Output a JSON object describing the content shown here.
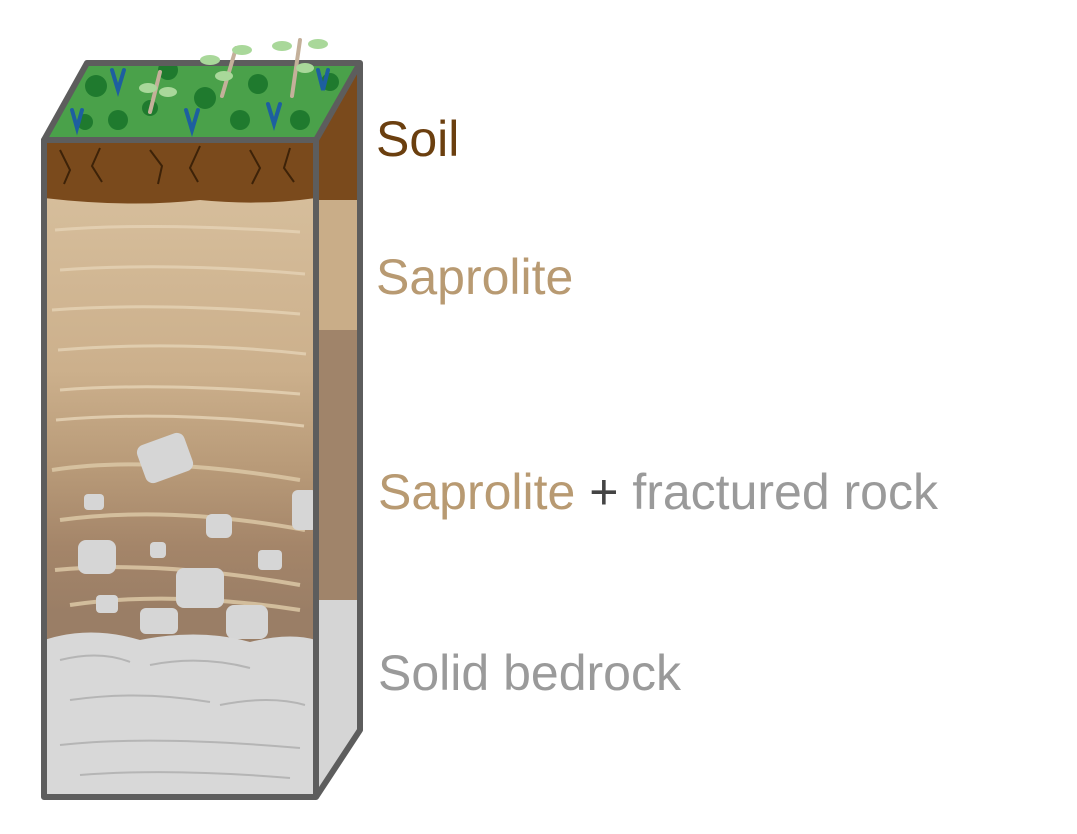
{
  "labels": {
    "soil": "Soil",
    "saprolite": "Saprolite",
    "mixed": {
      "part1": "Saprolite",
      "connector": " + ",
      "part2": "fractured rock"
    },
    "bedrock": "Solid bedrock"
  },
  "colors": {
    "soil_text": "#6b3f0f",
    "saprolite_text": "#b89a72",
    "connector_text": "#444444",
    "rock_text": "#9a9a9a",
    "outline": "#5d5d5d",
    "grass": "#3f9b3f",
    "soil_fill": "#7a4a1c",
    "saprolite_fill": "#cdb593",
    "mixed_fill": "#a8896c",
    "rock_fill": "#d8d8d8"
  }
}
